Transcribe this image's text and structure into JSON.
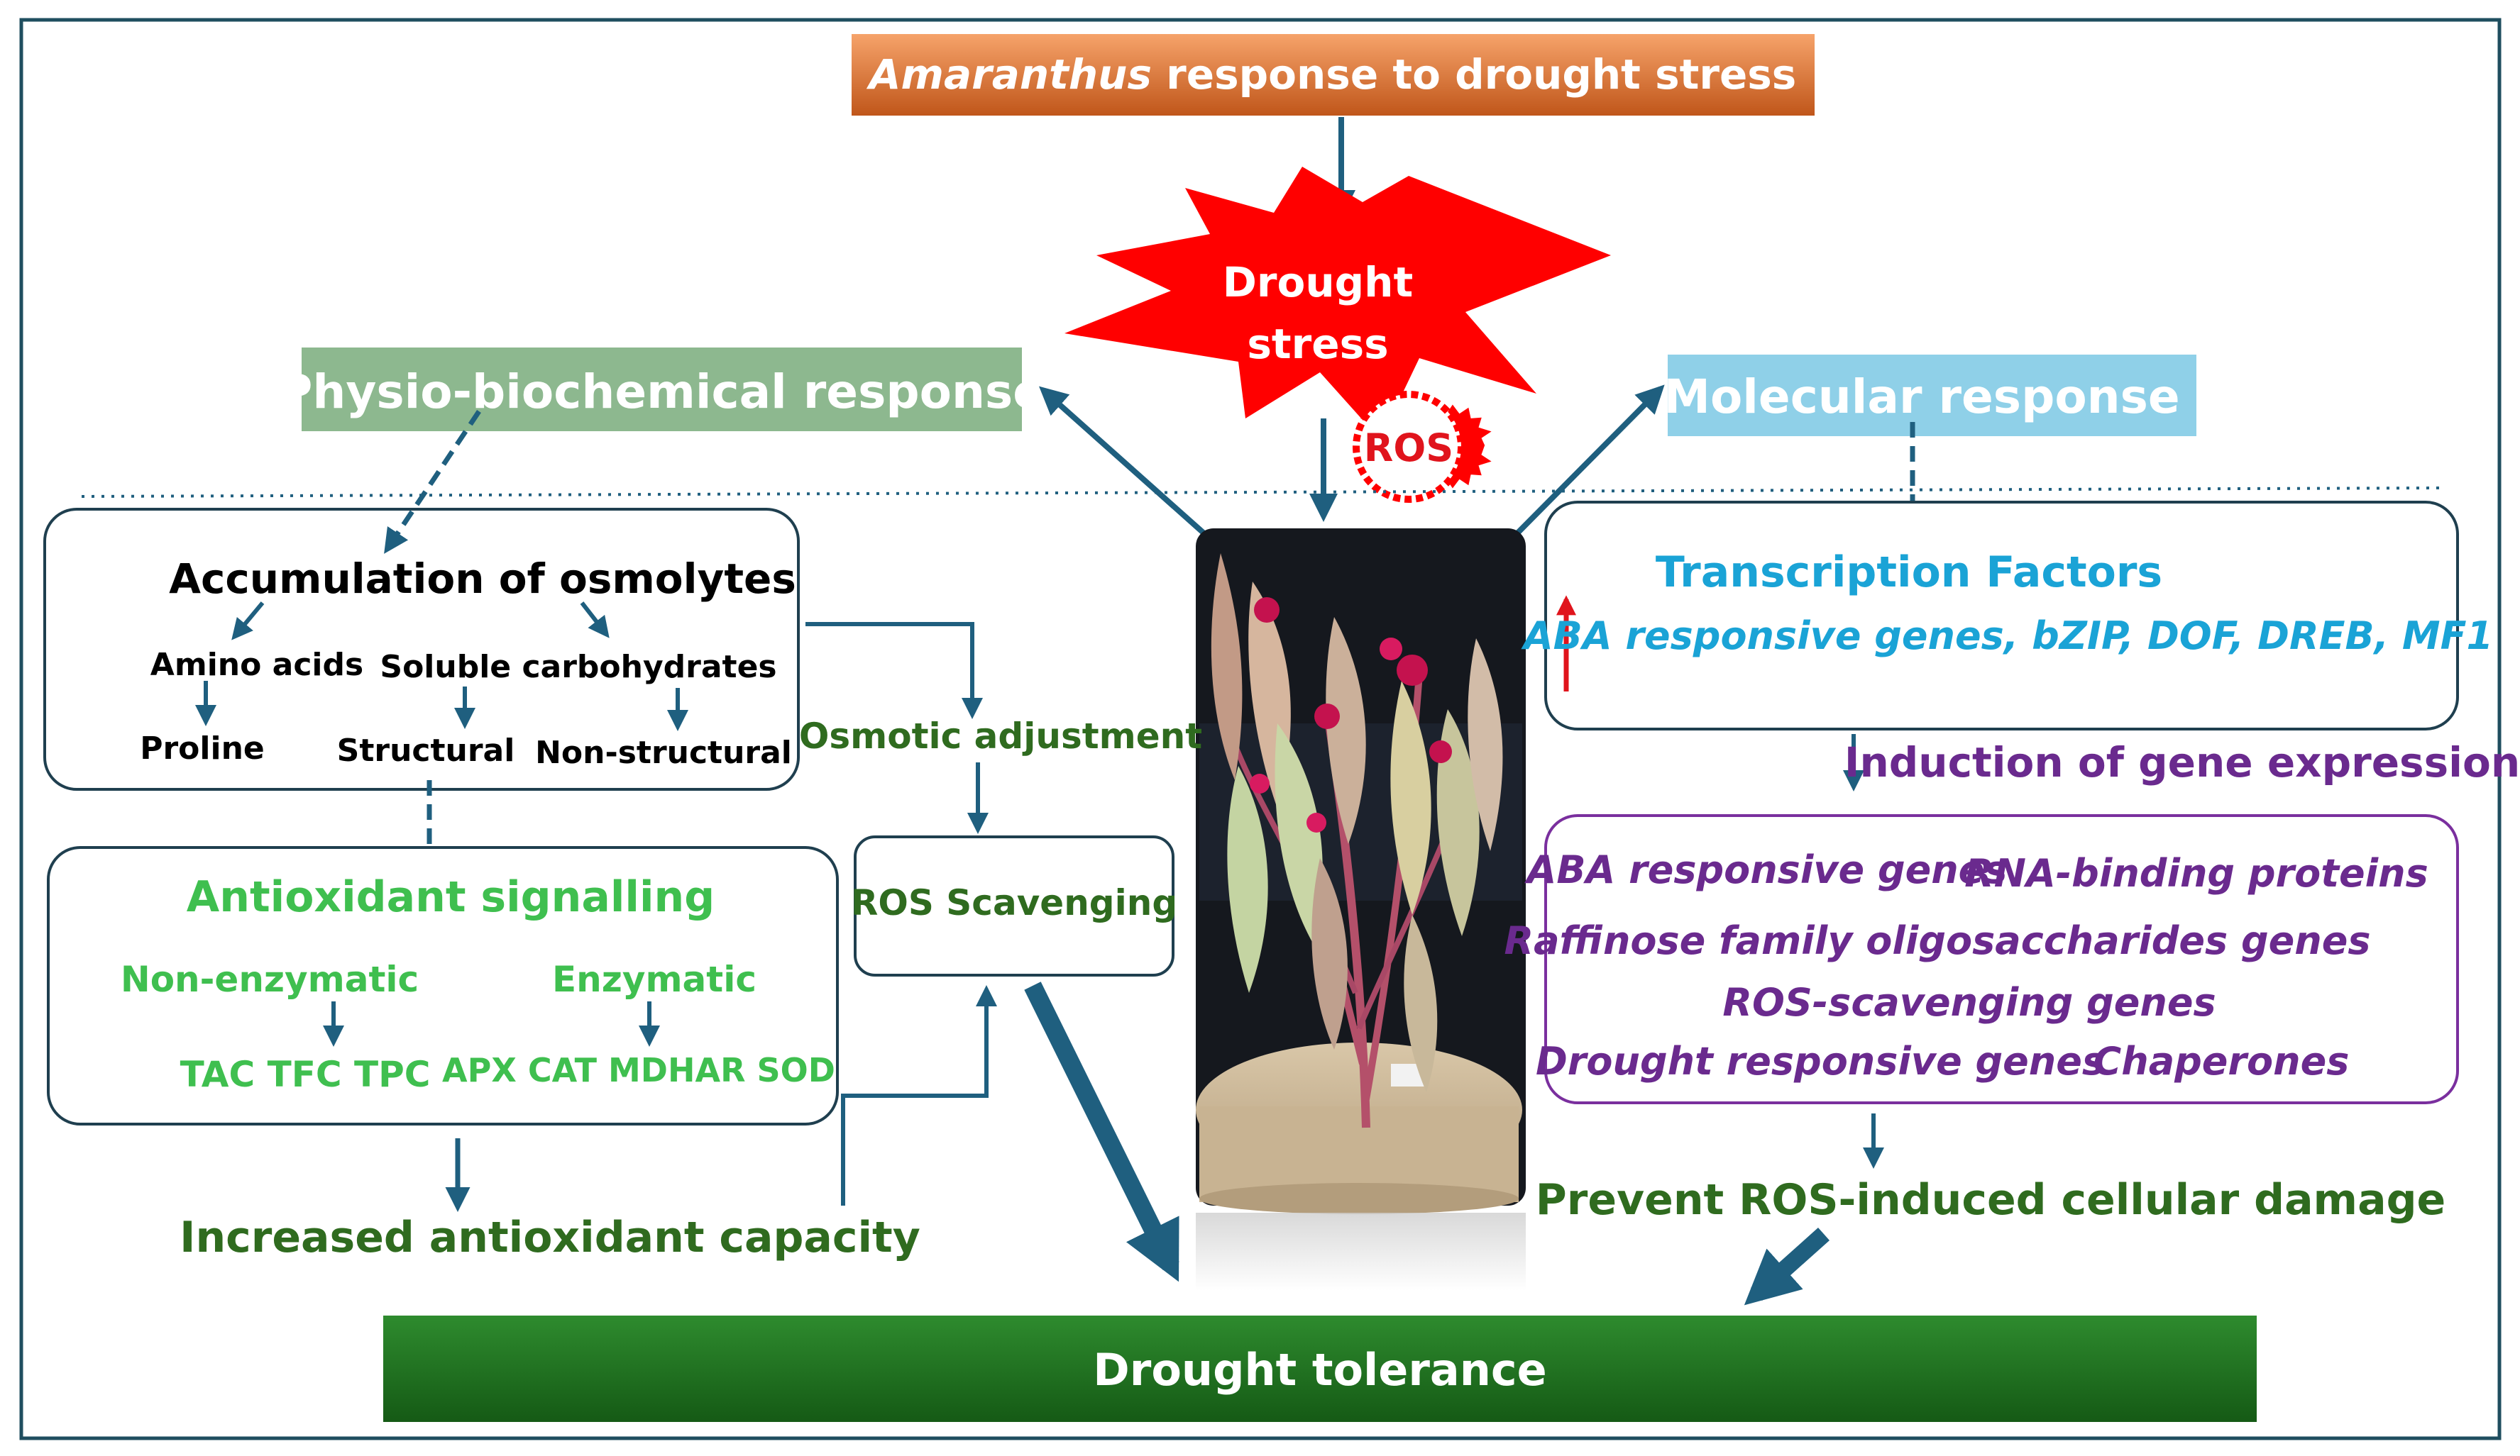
{
  "title": {
    "italic": "Amaranthus",
    "rest": " response to drought stress"
  },
  "center": {
    "stress_line1": "Drought",
    "stress_line2": "stress",
    "ros": "ROS"
  },
  "physio": {
    "header": "Physio-biochemical response",
    "osmolytes": {
      "title": "Accumulation of osmolytes",
      "amino_acids": "Amino acids",
      "soluble_carbs": "Soluble carbohydrates",
      "proline": "Proline",
      "structural": "Structural",
      "non_structural": "Non-structural"
    },
    "osmotic_adjustment": "Osmotic adjustment",
    "ros_scavenging": "ROS Scavenging",
    "antioxidant": {
      "title": "Antioxidant signalling",
      "non_enzymatic": "Non-enzymatic",
      "enzymatic": "Enzymatic",
      "non_enzymatic_items": "TAC TFC TPC",
      "enzymatic_items": "APX CAT MDHAR SOD"
    },
    "increased_capacity": "Increased antioxidant capacity"
  },
  "molecular": {
    "header": "Molecular response",
    "tf_title": "Transcription Factors",
    "tf_genes": "ABA responsive genes, bZIP, DOF, DREB, MF1",
    "induction": "Induction of gene expression",
    "genes": {
      "aba": "ABA responsive genes",
      "rna": "RNA-binding proteins",
      "raffinose": "Raffinose family oligosaccharides genes",
      "ros": "ROS-scavenging genes",
      "drought": "Drought responsive genes",
      "chaperones": "Chaperones"
    },
    "prevent": "Prevent ROS-induced cellular damage"
  },
  "outcome": "Drought tolerance",
  "colors": {
    "frame": "#1f4e5f",
    "arrow": "#1f5f7f",
    "title_bg_start": "#c0561a",
    "title_bg_end": "#f6a36a",
    "physio_header_bg": "#8db88f",
    "molecular_header_bg": "#8fd0e8",
    "green_text": "#3fbf4f",
    "dark_green_text": "#2f6b1f",
    "blue_text": "#1aa3d6",
    "purple_text": "#6a2a8e",
    "tolerance_bg": "#1e6b1e",
    "star_red": "#ff0000"
  }
}
